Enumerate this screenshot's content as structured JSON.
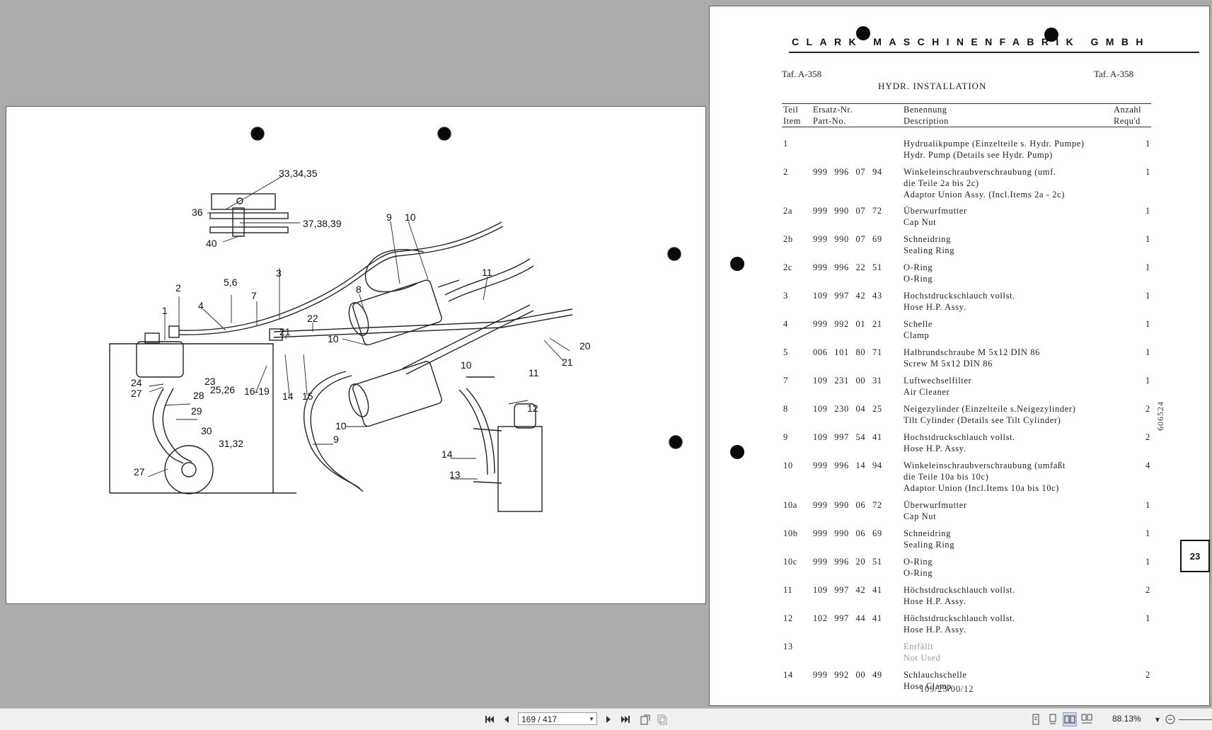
{
  "diagram": {
    "callouts": [
      "33,34,35",
      "36",
      "37,38,39",
      "40",
      "9",
      "10",
      "3",
      "5,6",
      "2",
      "4",
      "7",
      "1",
      "11",
      "8",
      "22",
      "21",
      "10",
      "20",
      "21",
      "23",
      "24",
      "27",
      "25,26",
      "28",
      "16-19",
      "14",
      "15",
      "10",
      "11",
      "29",
      "12",
      "30",
      "31,32",
      "27",
      "10",
      "9",
      "14",
      "13"
    ]
  },
  "document": {
    "company": "CLARK MASCHINENFABRIK GMBH",
    "plate_left": "Taf. A-358",
    "plate_right": "Taf. A-358",
    "title": "HYDR. INSTALLATION",
    "headers": {
      "item_de": "Teil",
      "item_en": "Item",
      "part_de": "Ersatz-Nr.",
      "part_en": "Part-No.",
      "desc_de": "Benennung",
      "desc_en": "Description",
      "qty_de": "Anzahl",
      "qty_en": "Requ'd"
    },
    "rows": [
      {
        "item": "1",
        "part": "",
        "desc": [
          "Hydrualikpumpe (Einzelteile s. Hydr. Pumpe)",
          "Hydr. Pump (Details see Hydr. Pump)"
        ],
        "qty": "1"
      },
      {
        "item": "2",
        "part": "999 996 07 94",
        "desc": [
          "Winkeleinschraubverschraubung (umf.",
          "die Teile 2a bis 2c)",
          "Adaptor Union Assy. (Incl.Items 2a - 2c)"
        ],
        "qty": "1"
      },
      {
        "item": "2a",
        "part": "999 990 07 72",
        "desc": [
          "Überwurfmutter",
          "Cap Nut"
        ],
        "qty": "1"
      },
      {
        "item": "2b",
        "part": "999 990 07 69",
        "desc": [
          "Schneidring",
          "Sealing Ring"
        ],
        "qty": "1"
      },
      {
        "item": "2c",
        "part": "999 996 22 51",
        "desc": [
          "O-Ring",
          "O-Ring"
        ],
        "qty": "1"
      },
      {
        "item": "3",
        "part": "109 997 42 43",
        "desc": [
          "Hochstdruckschlauch  vollst.",
          "Hose H.P. Assy."
        ],
        "qty": "1"
      },
      {
        "item": "4",
        "part": "999 992 01 21",
        "desc": [
          "Schelle",
          "Clamp"
        ],
        "qty": "1"
      },
      {
        "item": "5",
        "part": "006 101 80 71",
        "desc": [
          "Halbrundschraube M 5x12 DIN 86",
          "Screw M 5x12 DIN 86"
        ],
        "qty": "1"
      },
      {
        "item": "7",
        "part": "109 231 00 31",
        "desc": [
          "Luftwechselfilter",
          "Air Cleaner"
        ],
        "qty": "1"
      },
      {
        "item": "8",
        "part": "109 230 04 25",
        "desc": [
          "Neigezylinder (Einzelteile s.Neigezylinder)",
          "Tilt Cylinder (Details see Tilt Cylinder)"
        ],
        "qty": "2"
      },
      {
        "item": "9",
        "part": "109 997 54 41",
        "desc": [
          "Hochstdruckschlauch vollst.",
          "Hose H.P. Assy."
        ],
        "qty": "2"
      },
      {
        "item": "10",
        "part": "999 996 14 94",
        "desc": [
          "Winkeleinschraubverschraubung (umfaßt",
          "die Teile 10a bis 10c)",
          "Adaptor Union (Incl.Items 10a bis 10c)"
        ],
        "qty": "4"
      },
      {
        "item": "10a",
        "part": "999 990 06 72",
        "desc": [
          "Überwurfmutter",
          "Cap Nut"
        ],
        "qty": "1"
      },
      {
        "item": "10b",
        "part": "999 990 06 69",
        "desc": [
          "Schneidring",
          "Sealing Ring"
        ],
        "qty": "1"
      },
      {
        "item": "10c",
        "part": "999 996 20 51",
        "desc": [
          "O-Ring",
          "O-Ring"
        ],
        "qty": "1"
      },
      {
        "item": "11",
        "part": "109 997 42 41",
        "desc": [
          "Höchstdruckschlauch vollst.",
          "Hose H.P. Assy."
        ],
        "qty": "2"
      },
      {
        "item": "12",
        "part": "102 997 44 41",
        "desc": [
          "Höchstdruckschlauch vollst.",
          "Hose H.P. Assy."
        ],
        "qty": "1"
      },
      {
        "item": "13",
        "part": "",
        "desc": [
          "Entfällt",
          "Not Used"
        ],
        "qty": ""
      },
      {
        "item": "14",
        "part": "999 992 00 49",
        "desc": [
          "Schlauchschelle",
          "Hose Clamp"
        ],
        "qty": "2"
      }
    ],
    "footer_code": "109/23/00/12",
    "side_number": "606524",
    "page_tab": "23"
  },
  "toolbar": {
    "page_indicator": "169 / 417",
    "zoom": "88.13%"
  }
}
